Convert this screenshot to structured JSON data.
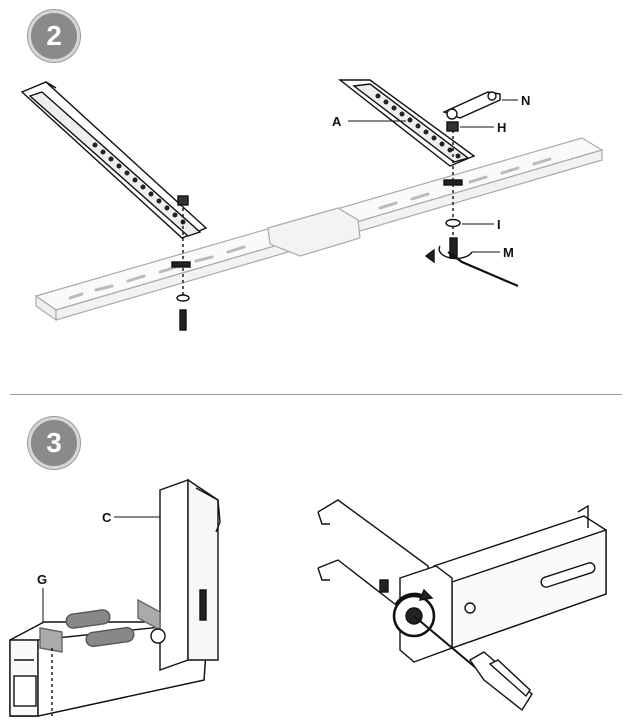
{
  "steps": [
    {
      "number": "2"
    },
    {
      "number": "3"
    }
  ],
  "labels": {
    "A": "A",
    "N": "N",
    "H": "H",
    "I": "I",
    "M": "M",
    "C": "C",
    "G": "G"
  }
}
